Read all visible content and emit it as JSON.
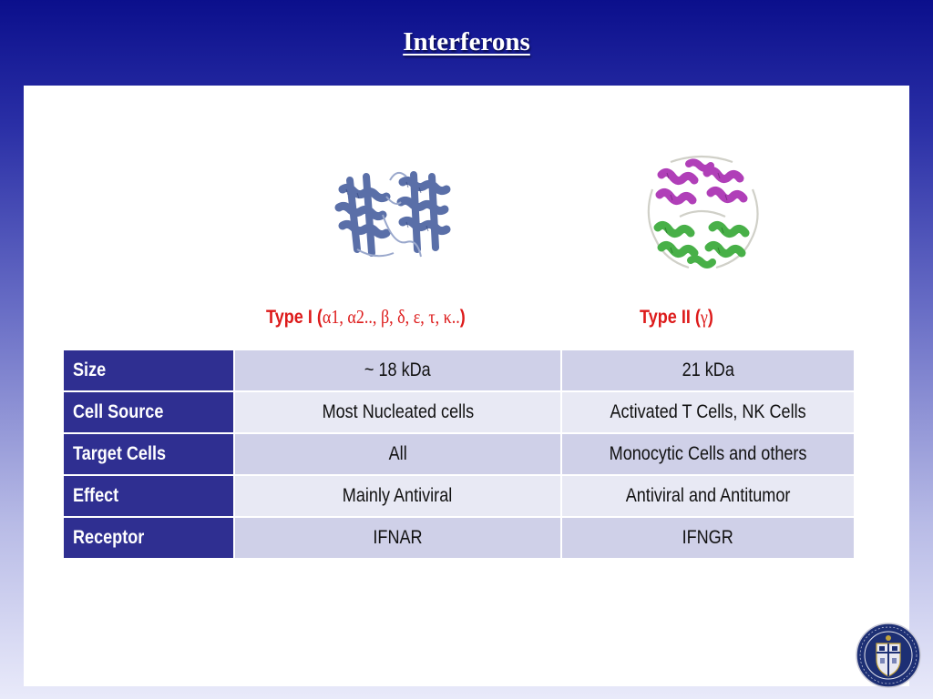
{
  "slide": {
    "title": "Interferons"
  },
  "labels": {
    "type1_prefix": "Type I (",
    "type1_greek": "α1, α2.., β, δ, ε, τ, κ..",
    "type1_suffix": ")",
    "type2_prefix": "Type II (",
    "type2_greek": "γ",
    "type2_suffix": ")"
  },
  "table": {
    "rows": [
      {
        "header": "Size",
        "type1": "~ 18 kDa",
        "type2": "21 kDa"
      },
      {
        "header": "Cell Source",
        "type1": "Most Nucleated cells",
        "type2": "Activated T Cells, NK Cells"
      },
      {
        "header": "Target Cells",
        "type1": "All",
        "type2": "Monocytic Cells and others"
      },
      {
        "header": "Effect",
        "type1": "Mainly Antiviral",
        "type2": "Antiviral and Antitumor"
      },
      {
        "header": "Receptor",
        "type1": "IFNAR",
        "type2": "IFNGR"
      }
    ]
  },
  "images": {
    "type1_structure": "protein-ribbon-blue",
    "type2_structure": "protein-ribbon-magenta-green",
    "logo": "university-of-pittsburgh-seal"
  },
  "colors": {
    "title": "#ffffff",
    "type_label": "#dd1a1a",
    "row_header_bg": "#2f2f91",
    "cell_bg_odd": "#cfd0e8",
    "cell_bg_even": "#e8e9f4"
  }
}
